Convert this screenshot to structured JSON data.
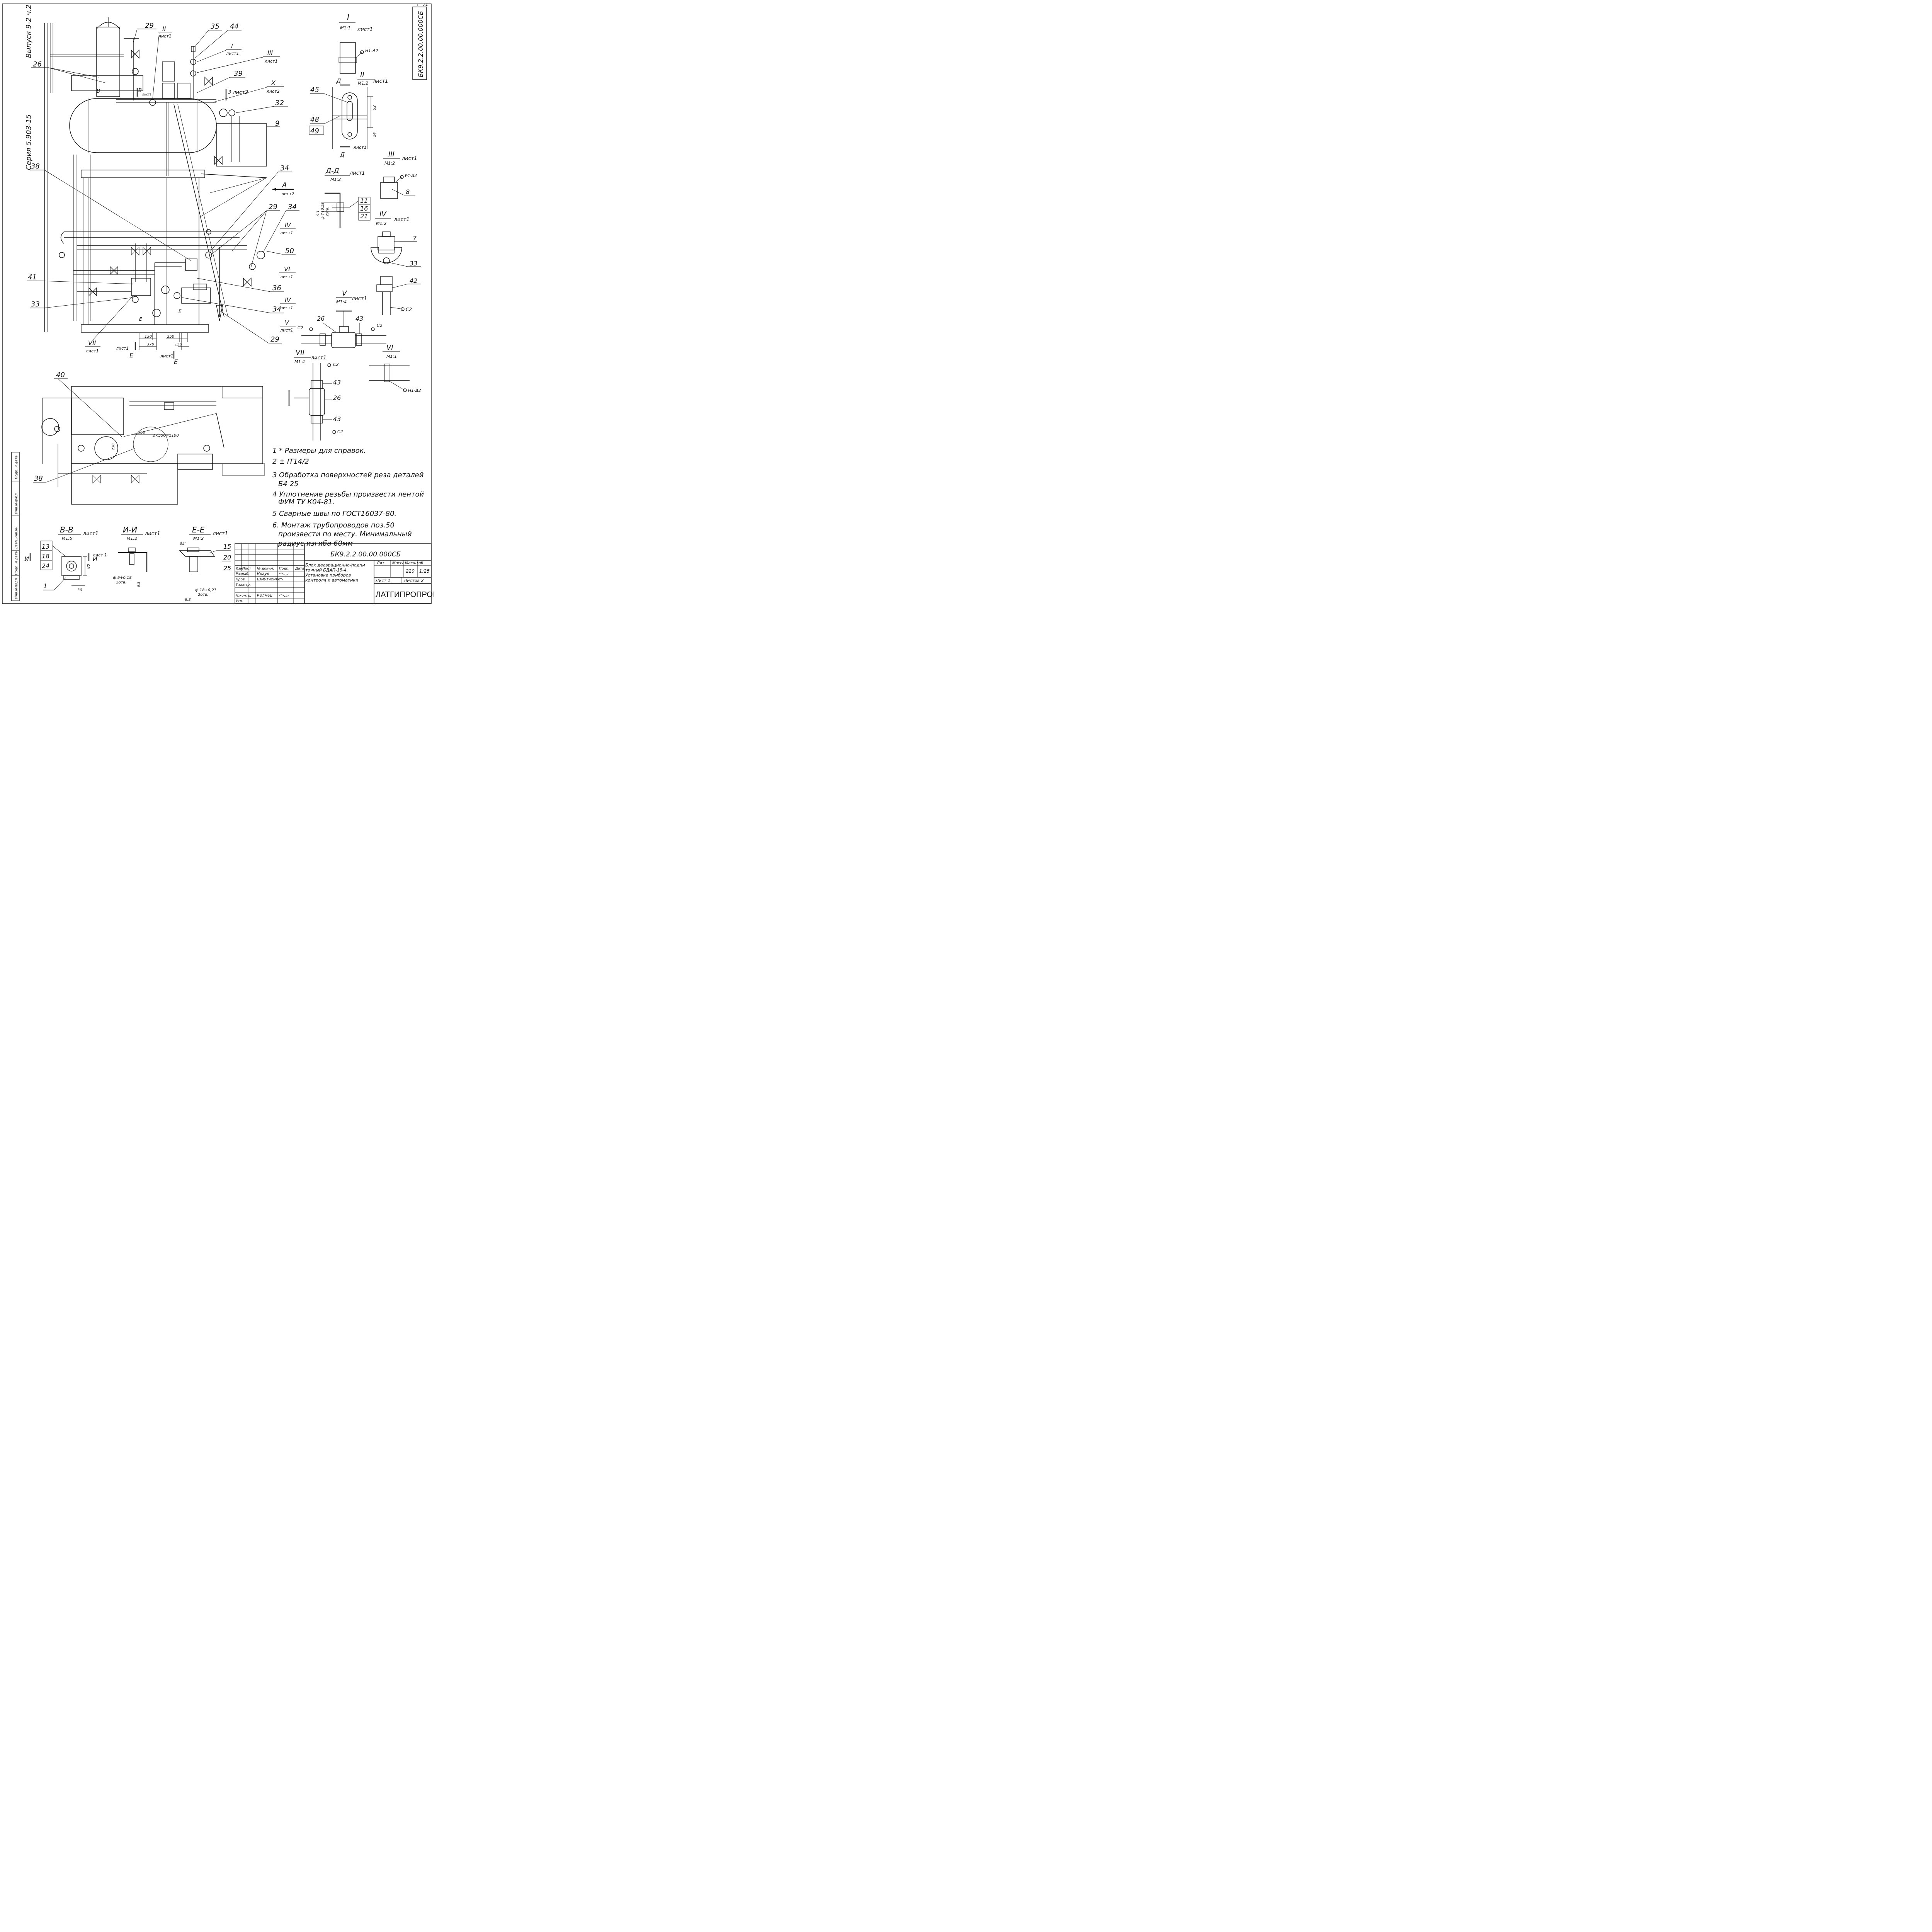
{
  "page_number": "71",
  "header_left": {
    "issue": "Выпуск 9-2 ч.2",
    "series": "Серия 5.903-15"
  },
  "doc_code_vertical": "БК9.2.2.00.00.000СБ",
  "callouts": {
    "c29a": "29",
    "c26": "26",
    "c35": "35",
    "c44": "44",
    "c39": "39",
    "c32": "32",
    "c9": "9",
    "c38a": "38",
    "c34a": "34",
    "c29b": "29",
    "c34b": "34",
    "c50": "50",
    "c41": "41",
    "c33": "33",
    "c36": "36",
    "c34c": "34",
    "c29c": "29",
    "c40": "40",
    "c38b": "38"
  },
  "section_marks": {
    "s2": "II",
    "s2_sheet": "лист1",
    "s1": "I",
    "s1_sheet": "лист1",
    "s3": "III",
    "s3_sheet": "лист1",
    "s10": "X",
    "s10_sheet": "лист2",
    "s3sheet2": "3 лист2",
    "sA": "А",
    "sA_sheet": "лист2",
    "s4": "IV",
    "s4_sheet": "лист1",
    "s6": "VI",
    "s6_sheet": "лист1",
    "s4b": "IV",
    "s4b_sheet": "лист1",
    "s5": "V",
    "s5_sheet": "лист1",
    "s7": "VII",
    "s7_sheet": "лист1",
    "sB": "В",
    "sB_sheet": "лист1",
    "E1": "Е",
    "E1_sheet": "лист1",
    "E2": "Е",
    "E2_sheet": "лист1",
    "dims": [
      "130",
      "370",
      "250",
      "150"
    ],
    "plan_dims": [
      "550",
      "2×550=1100",
      "230"
    ]
  },
  "details": {
    "I": {
      "title": "I",
      "scale": "М1:1",
      "sheet": "лист1",
      "weld": "Н1-Δ2"
    },
    "II": {
      "title": "II",
      "scale": "М1:2",
      "sheet": "лист1",
      "cut": "Д",
      "labels": [
        "45",
        "48",
        "49"
      ],
      "dims": [
        "52",
        "24"
      ],
      "cut_sheet": "лист1"
    },
    "DD": {
      "title": "Д-Д",
      "scale": "М1:2",
      "sheet": "лист1",
      "labels": [
        "11",
        "16",
        "21"
      ],
      "dims": [
        "6,3",
        "ф 7+0,18",
        "2отв."
      ]
    },
    "III": {
      "title": "III",
      "scale": "М1:2",
      "sheet": "лист1",
      "weld": "У4-Δ2",
      "label": "8"
    },
    "IV": {
      "title": "IV",
      "scale": "М1:2",
      "sheet": "лист1",
      "labels": [
        "7",
        "33",
        "42"
      ],
      "weld": "С2"
    },
    "V": {
      "title": "V",
      "scale": "М1:4",
      "sheet": "лист1",
      "labels": [
        "26",
        "43"
      ],
      "welds": [
        "С2",
        "С2"
      ]
    },
    "VI": {
      "title": "VI",
      "scale": "М1:1",
      "weld": "Н1-Δ2"
    },
    "VII": {
      "title": "VII",
      "scale": "М1 4",
      "sheet": "лист1",
      "labels": [
        "43",
        "26",
        "43"
      ],
      "welds": [
        "С2",
        "С2"
      ]
    },
    "BB": {
      "title": "В-В",
      "scale": "М1:5",
      "sheet": "лист1",
      "labels": [
        "13",
        "18",
        "24",
        "1"
      ],
      "cut": "И",
      "cut_sheet": "лист 1",
      "dims": [
        "80",
        "30"
      ]
    },
    "II_cut": {
      "title": "И-И",
      "scale": "М1:2",
      "sheet": "лист1",
      "dims": [
        "ф 9+0,18",
        "2отв.",
        "6,3"
      ]
    },
    "EE": {
      "title": "Е-Е",
      "scale": "М1:2",
      "sheet": "лист1",
      "labels": [
        "15",
        "20",
        "25"
      ],
      "dims": [
        "35°",
        "ф 18+0,21",
        "2отв.",
        "6,3"
      ]
    }
  },
  "notes": [
    "1 * Размеры для справок.",
    "2 ± IT14/2",
    "3 Обработка поверхностей реза деталей",
    "Б4 25",
    "4 Уплотнение резьбы произвести лентой",
    "ФУМ   ТУ К04-81.",
    "5 Сварные швы по ГОСТ16037-80.",
    "6. Монтаж трубопроводов поз.50",
    "произвести по месту. Минимальный",
    "радиус изгиба 60мм"
  ],
  "stamp_vertical": [
    "Инв.№подл.",
    "Подп. и дата",
    "Взам.инв.№",
    "Инв.№дубл.",
    "Подп. и дата"
  ],
  "title_block": {
    "designation": "БК9.2.2.00.00.000СБ",
    "title_lines": [
      "Блок деаэрационно-подпи",
      "точный БДАП-15-4.",
      "Установка приборов",
      "контроля и автоматики"
    ],
    "col_headers": [
      "Изм",
      "Лист",
      "№ докум.",
      "Подп.",
      "Дата"
    ],
    "roles": [
      "Разраб.",
      "Пров.",
      "Т.контр.",
      "Н.контр.",
      "Утв."
    ],
    "names": [
      "Крауя",
      "Шмутченко",
      "",
      "Колмец",
      ""
    ],
    "lit_label": "Лит",
    "mass_label": "Масса",
    "scale_label": "Масштаб",
    "mass": "220",
    "scale": "1:25",
    "sheet": "Лист 1",
    "sheets": "Листов 2",
    "org": "ЛАТГИПРОПРОМ"
  }
}
